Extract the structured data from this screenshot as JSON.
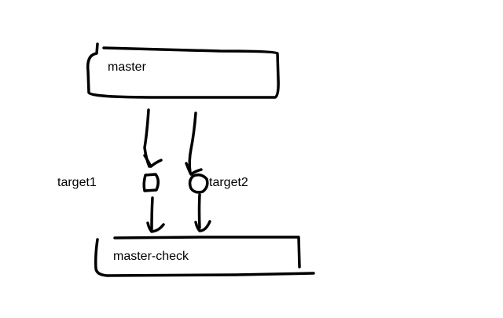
{
  "nodes": {
    "master": {
      "label": "master"
    },
    "target1": {
      "label": "target1"
    },
    "target2": {
      "label": "target2"
    },
    "master_check": {
      "label": "master-check"
    }
  },
  "edges": [
    {
      "from": "master",
      "to": "target1"
    },
    {
      "from": "master",
      "to": "target2"
    },
    {
      "from": "target1",
      "to": "master_check"
    },
    {
      "from": "target2",
      "to": "master_check"
    }
  ],
  "colors": {
    "ink": "#000000",
    "background": "#ffffff"
  }
}
